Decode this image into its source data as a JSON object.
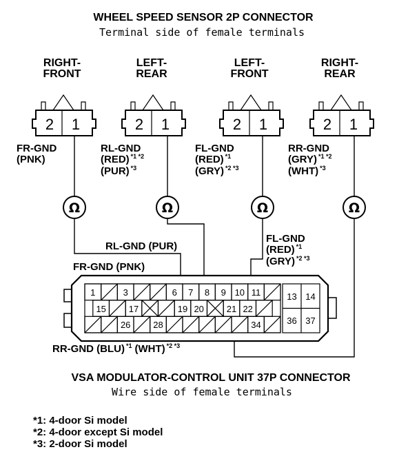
{
  "top_title": "WHEEL SPEED SENSOR 2P CONNECTOR",
  "top_subtitle": "Terminal side of female terminals",
  "sensors": [
    {
      "pos1": "RIGHT-",
      "pos2": "FRONT",
      "t2": "2",
      "t1": "1",
      "wire_line1": "FR-GND",
      "wire_line2": "(PNK)",
      "wire_line2_sup": "",
      "wire_line3": "",
      "wire_line3_sup": ""
    },
    {
      "pos1": "LEFT-",
      "pos2": "REAR",
      "t2": "2",
      "t1": "1",
      "wire_line1": "RL-GND",
      "wire_line2": "(RED)",
      "wire_line2_sup": "*1 *2",
      "wire_line3": "(PUR)",
      "wire_line3_sup": "*3"
    },
    {
      "pos1": "LEFT-",
      "pos2": "FRONT",
      "t2": "2",
      "t1": "1",
      "wire_line1": "FL-GND",
      "wire_line2": "(RED)",
      "wire_line2_sup": "*1",
      "wire_line3": "(GRY)",
      "wire_line3_sup": "*2 *3"
    },
    {
      "pos1": "RIGHT-",
      "pos2": "REAR",
      "t2": "2",
      "t1": "1",
      "wire_line1": "RR-GND",
      "wire_line2": "(GRY)",
      "wire_line2_sup": "*1 *2",
      "wire_line3": "(WHT)",
      "wire_line3_sup": "*3"
    }
  ],
  "ohm_symbol": "Ω",
  "mid_labels": {
    "rl": "RL-GND (PUR)",
    "fr": "FR-GND (PNK)",
    "fl_line1": "FL-GND",
    "fl_line2": "(RED)",
    "fl_line2_sup": "*1",
    "fl_line3": "(GRY)",
    "fl_line3_sup": "*2 *3",
    "rr": "RR-GND (BLU)",
    "rr_sup1": "*1",
    "rr_mid": "(WHT)",
    "rr_sup2": "*2 *3"
  },
  "pins": {
    "p1": "1",
    "p3": "3",
    "p6": "6",
    "p7": "7",
    "p8": "8",
    "p9": "9",
    "p10": "10",
    "p11": "11",
    "p13": "13",
    "p14": "14",
    "p15": "15",
    "p17": "17",
    "p19": "19",
    "p20": "20",
    "p21": "21",
    "p22": "22",
    "p26": "26",
    "p28": "28",
    "p34": "34",
    "p36": "36",
    "p37": "37"
  },
  "bottom_title": "VSA MODULATOR-CONTROL UNIT 37P CONNECTOR",
  "bottom_subtitle": "Wire side of female terminals",
  "notes": [
    "*1: 4-door Si model",
    "*2: 4-door except Si model",
    "*3: 2-door Si model"
  ]
}
